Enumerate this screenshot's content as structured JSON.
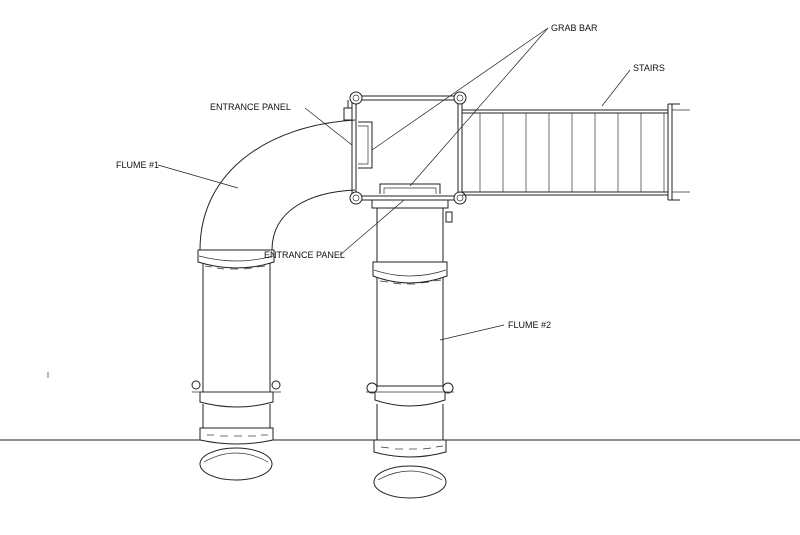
{
  "labels": {
    "grab_bar": "GRAB BAR",
    "stairs": "STAIRS",
    "entrance_panel_top": "ENTRANCE PANEL",
    "flume_1": "FLUME #1",
    "entrance_panel_mid": "ENTRANCE PANEL",
    "flume_2": "FLUME #2"
  },
  "colors": {
    "line": "#222222",
    "background": "#ffffff"
  }
}
